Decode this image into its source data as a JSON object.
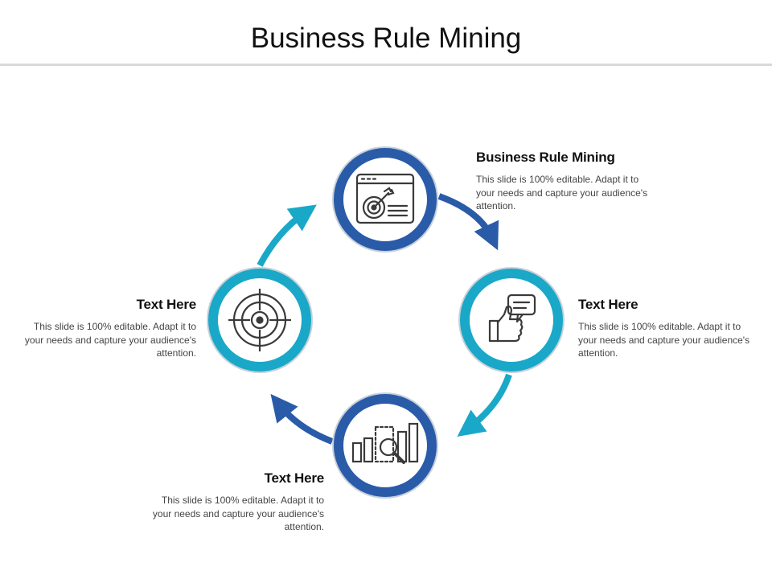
{
  "title": "Business Rule Mining",
  "colors": {
    "dark_blue": "#2a5ba8",
    "teal": "#1aa8c8",
    "icon_stroke": "#3a3a3a",
    "ring_border": "#c8d0d8"
  },
  "nodes": [
    {
      "id": "top",
      "ring": "dark_blue",
      "icon": "browser-target-icon",
      "heading": "Business Rule Mining",
      "body": "This slide is 100% editable. Adapt it to your needs and capture your audience's attention."
    },
    {
      "id": "right",
      "ring": "teal",
      "icon": "thumbs-up-chat-icon",
      "heading": "Text Here",
      "body": "This slide is 100% editable. Adapt it to your needs and capture your audience's attention."
    },
    {
      "id": "bottom",
      "ring": "dark_blue",
      "icon": "bar-chart-search-icon",
      "heading": "Text Here",
      "body": "This slide is 100% editable. Adapt it to your needs and capture your audience's attention."
    },
    {
      "id": "left",
      "ring": "teal",
      "icon": "crosshair-target-icon",
      "heading": "Text Here",
      "body": "This slide is 100% editable. Adapt it to your needs and capture your audience's attention."
    }
  ]
}
